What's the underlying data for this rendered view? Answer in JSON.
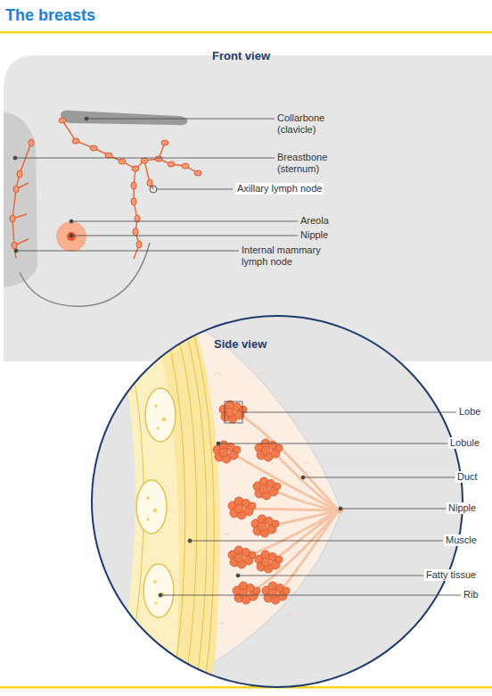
{
  "diagram": {
    "title": "The breasts",
    "labels": [
      "Front view",
      "Collarbone (clavicle)",
      "Breastbone (sternum)",
      "Axillary lymph node",
      "Areola",
      "Nipple",
      "Internal mammary lymph node",
      "Side view",
      "Lobe",
      "Lobule",
      "Duct",
      "Nipple",
      "Muscle",
      "Fatty tissue",
      "Rib"
    ]
  }
}
